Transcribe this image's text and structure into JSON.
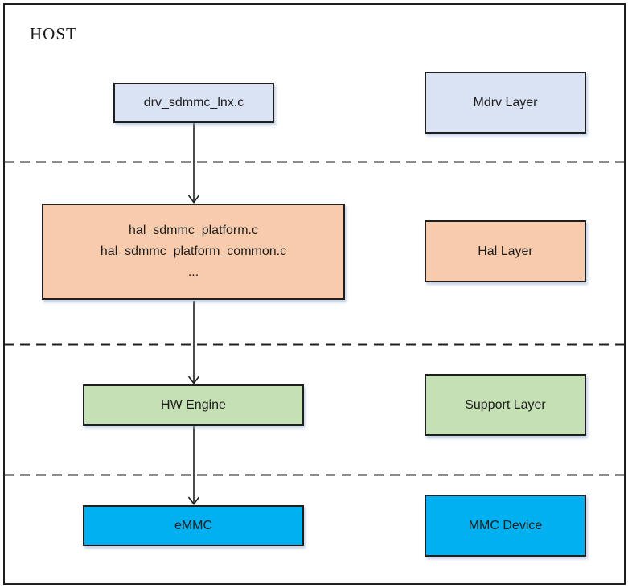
{
  "diagram": {
    "host_label": "HOST",
    "flow_boxes": {
      "drv": {
        "label": "drv_sdmmc_lnx.c",
        "fill": "#DAE3F3"
      },
      "hal": {
        "lines": [
          "hal_sdmmc_platform.c",
          "hal_sdmmc_platform_common.c",
          "..."
        ],
        "fill": "#F8CBAD"
      },
      "hw_engine": {
        "label": "HW Engine",
        "fill": "#C5E0B4"
      },
      "emmc": {
        "label": "eMMC",
        "fill": "#00B0F0"
      }
    },
    "layer_labels": {
      "mdrv": {
        "label": "Mdrv Layer",
        "fill": "#DAE3F3"
      },
      "hal": {
        "label": "Hal Layer",
        "fill": "#F8CBAD"
      },
      "support": {
        "label": "Support Layer",
        "fill": "#C5E0B4"
      },
      "mmc_device": {
        "label": "MMC Device",
        "fill": "#00B0F0"
      }
    },
    "connections": [
      {
        "from": "drv_sdmmc_lnx.c",
        "to": "hal_sdmmc_platform.c"
      },
      {
        "from": "hal_sdmmc_platform.c",
        "to": "HW Engine"
      },
      {
        "from": "HW Engine",
        "to": "eMMC"
      }
    ],
    "colors": {
      "outline": "#1F1F1F",
      "background": "#FFFFFF"
    }
  }
}
